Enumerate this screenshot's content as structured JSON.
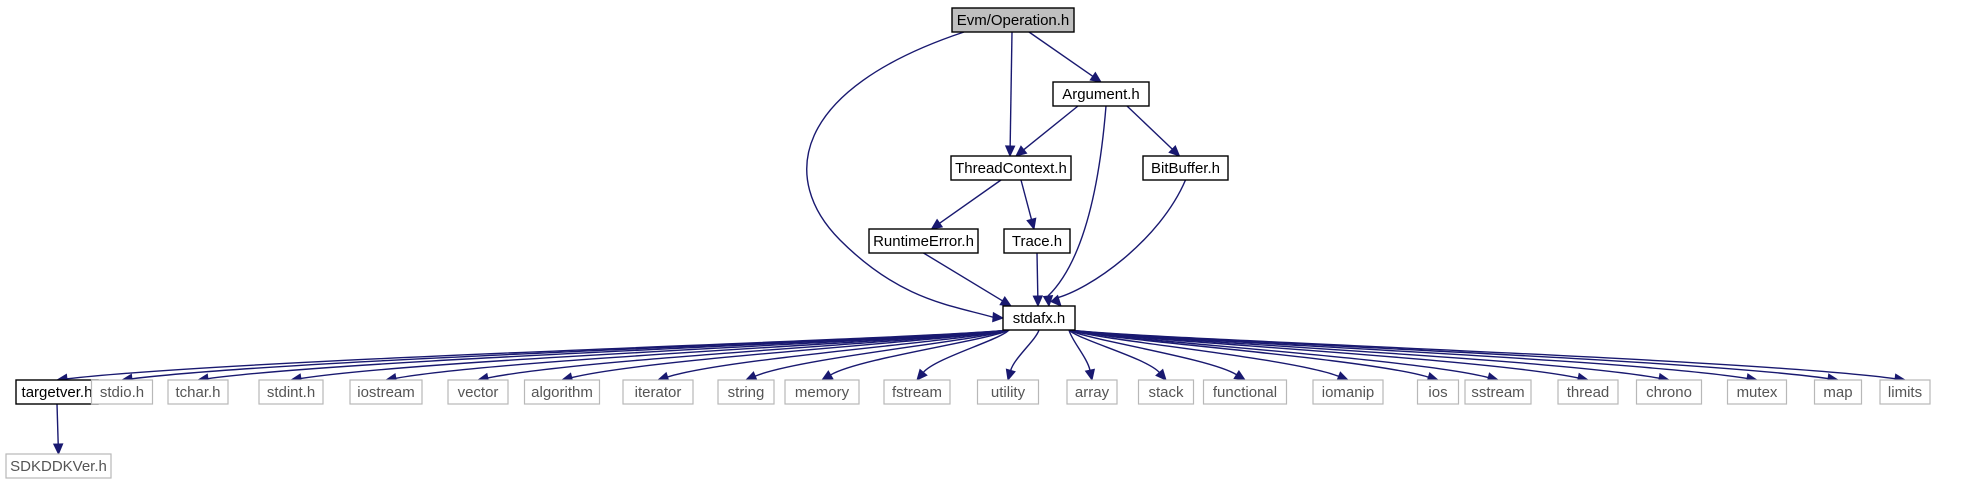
{
  "colors": {
    "edge": "#191970",
    "root_fill": "#bfbfbf",
    "node_border": "#000000",
    "external_border": "#b8b8b8",
    "external_text": "#555555"
  },
  "nodes": [
    {
      "id": "operation",
      "label": "Evm/Operation.h",
      "kind": "root"
    },
    {
      "id": "argument",
      "label": "Argument.h",
      "kind": "local"
    },
    {
      "id": "threadcontext",
      "label": "ThreadContext.h",
      "kind": "local"
    },
    {
      "id": "bitbuffer",
      "label": "BitBuffer.h",
      "kind": "local"
    },
    {
      "id": "runtimeerror",
      "label": "RuntimeError.h",
      "kind": "local"
    },
    {
      "id": "trace",
      "label": "Trace.h",
      "kind": "local"
    },
    {
      "id": "stdafx",
      "label": "stdafx.h",
      "kind": "local"
    },
    {
      "id": "targetver",
      "label": "targetver.h",
      "kind": "local"
    },
    {
      "id": "stdio",
      "label": "stdio.h",
      "kind": "external"
    },
    {
      "id": "tchar",
      "label": "tchar.h",
      "kind": "external"
    },
    {
      "id": "stdint",
      "label": "stdint.h",
      "kind": "external"
    },
    {
      "id": "iostream",
      "label": "iostream",
      "kind": "external"
    },
    {
      "id": "vector",
      "label": "vector",
      "kind": "external"
    },
    {
      "id": "algorithm",
      "label": "algorithm",
      "kind": "external"
    },
    {
      "id": "iterator",
      "label": "iterator",
      "kind": "external"
    },
    {
      "id": "string",
      "label": "string",
      "kind": "external"
    },
    {
      "id": "memory",
      "label": "memory",
      "kind": "external"
    },
    {
      "id": "fstream",
      "label": "fstream",
      "kind": "external"
    },
    {
      "id": "utility",
      "label": "utility",
      "kind": "external"
    },
    {
      "id": "array",
      "label": "array",
      "kind": "external"
    },
    {
      "id": "stack",
      "label": "stack",
      "kind": "external"
    },
    {
      "id": "functional",
      "label": "functional",
      "kind": "external"
    },
    {
      "id": "iomanip",
      "label": "iomanip",
      "kind": "external"
    },
    {
      "id": "ios",
      "label": "ios",
      "kind": "external"
    },
    {
      "id": "sstream",
      "label": "sstream",
      "kind": "external"
    },
    {
      "id": "thread",
      "label": "thread",
      "kind": "external"
    },
    {
      "id": "chrono",
      "label": "chrono",
      "kind": "external"
    },
    {
      "id": "mutex",
      "label": "mutex",
      "kind": "external"
    },
    {
      "id": "map",
      "label": "map",
      "kind": "external"
    },
    {
      "id": "limits",
      "label": "limits",
      "kind": "external"
    },
    {
      "id": "sdkddkver",
      "label": "SDKDDKVer.h",
      "kind": "external"
    }
  ],
  "edges": [
    {
      "from": "operation",
      "to": "argument"
    },
    {
      "from": "operation",
      "to": "threadcontext"
    },
    {
      "from": "operation",
      "to": "stdafx"
    },
    {
      "from": "argument",
      "to": "threadcontext"
    },
    {
      "from": "argument",
      "to": "bitbuffer"
    },
    {
      "from": "argument",
      "to": "stdafx"
    },
    {
      "from": "threadcontext",
      "to": "runtimeerror"
    },
    {
      "from": "threadcontext",
      "to": "trace"
    },
    {
      "from": "bitbuffer",
      "to": "stdafx"
    },
    {
      "from": "runtimeerror",
      "to": "stdafx"
    },
    {
      "from": "trace",
      "to": "stdafx"
    },
    {
      "from": "stdafx",
      "to": "targetver"
    },
    {
      "from": "stdafx",
      "to": "stdio"
    },
    {
      "from": "stdafx",
      "to": "tchar"
    },
    {
      "from": "stdafx",
      "to": "stdint"
    },
    {
      "from": "stdafx",
      "to": "iostream"
    },
    {
      "from": "stdafx",
      "to": "vector"
    },
    {
      "from": "stdafx",
      "to": "algorithm"
    },
    {
      "from": "stdafx",
      "to": "iterator"
    },
    {
      "from": "stdafx",
      "to": "string"
    },
    {
      "from": "stdafx",
      "to": "memory"
    },
    {
      "from": "stdafx",
      "to": "fstream"
    },
    {
      "from": "stdafx",
      "to": "utility"
    },
    {
      "from": "stdafx",
      "to": "array"
    },
    {
      "from": "stdafx",
      "to": "stack"
    },
    {
      "from": "stdafx",
      "to": "functional"
    },
    {
      "from": "stdafx",
      "to": "iomanip"
    },
    {
      "from": "stdafx",
      "to": "ios"
    },
    {
      "from": "stdafx",
      "to": "sstream"
    },
    {
      "from": "stdafx",
      "to": "thread"
    },
    {
      "from": "stdafx",
      "to": "chrono"
    },
    {
      "from": "stdafx",
      "to": "mutex"
    },
    {
      "from": "stdafx",
      "to": "map"
    },
    {
      "from": "stdafx",
      "to": "limits"
    },
    {
      "from": "targetver",
      "to": "sdkddkver"
    }
  ]
}
